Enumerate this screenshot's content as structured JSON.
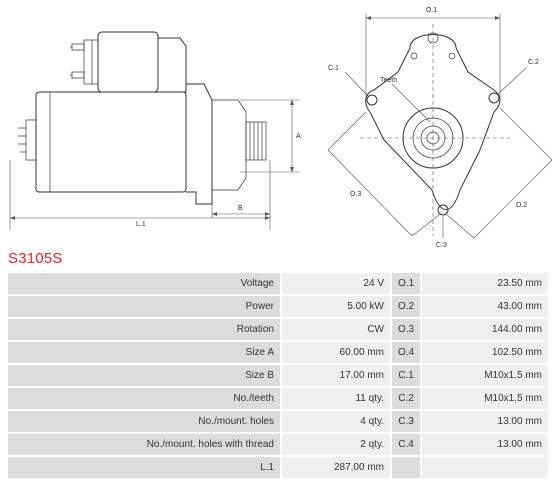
{
  "part_code": "S3105S",
  "drawing": {
    "labels": {
      "o1": "O.1",
      "o2": "O.2",
      "o3": "O.3",
      "c1": "C.1",
      "c2": "C.2",
      "c3": "C.3",
      "teeth": "Teeth",
      "a": "A",
      "b": "B",
      "l1": "L.1"
    }
  },
  "specs": [
    {
      "label": "Voltage",
      "value": "24 V",
      "label2": "O.1",
      "value2": "23.50 mm"
    },
    {
      "label": "Power",
      "value": "5.00 kW",
      "label2": "O.2",
      "value2": "43.00 mm"
    },
    {
      "label": "Rotation",
      "value": "CW",
      "label2": "O.3",
      "value2": "144.00 mm"
    },
    {
      "label": "Size A",
      "value": "60.00 mm",
      "label2": "O.4",
      "value2": "102.50 mm"
    },
    {
      "label": "Size B",
      "value": "17.00 mm",
      "label2": "C.1",
      "value2": "M10x1.5 mm"
    },
    {
      "label": "No./teeth",
      "value": "11 qty.",
      "label2": "C.2",
      "value2": "M10x1.5 mm"
    },
    {
      "label": "No./mount. holes",
      "value": "4 qty.",
      "label2": "C.3",
      "value2": "13.00 mm"
    },
    {
      "label": "No./mount. holes with thread",
      "value": "2 qty.",
      "label2": "C.4",
      "value2": "13.00 mm"
    },
    {
      "label": "L.1",
      "value": "287.00 mm",
      "label2": "",
      "value2": ""
    }
  ]
}
